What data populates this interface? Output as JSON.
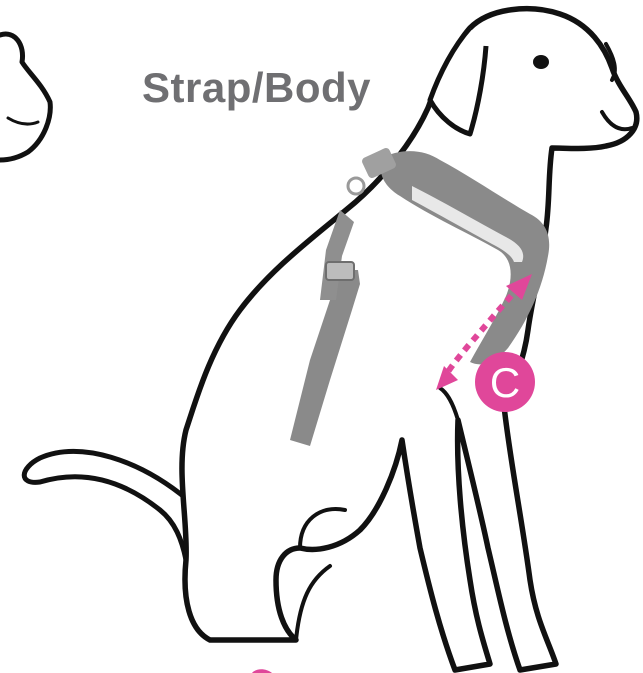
{
  "diagram": {
    "title": "Strap/Body",
    "measure_badge": "C",
    "colors": {
      "outline": "#111111",
      "harness": "#8a8a8a",
      "harness_dark": "#6e6e6e",
      "reflective": "#e8e8e8",
      "accent": "#e0479a",
      "title": "#6f6f72"
    },
    "icons": [
      "dog-outline",
      "harness",
      "measure-arrow",
      "measure-badge"
    ]
  }
}
